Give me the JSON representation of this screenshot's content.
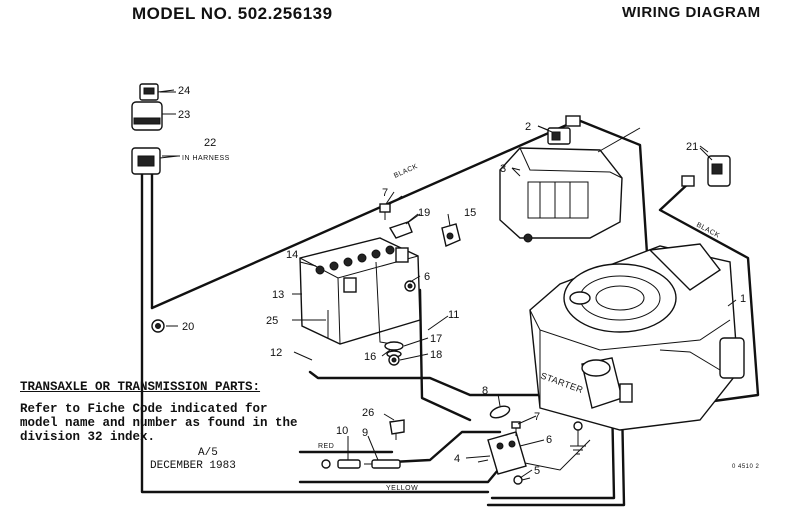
{
  "header": {
    "model": "MODEL NO. 502.256139",
    "title": "WIRING DIAGRAM"
  },
  "note": {
    "heading": "TRANSAXLE OR TRANSMISSION PARTS:",
    "line1": "Refer to Fiche Code indicated for",
    "line2": "model name and number as found in the",
    "line3": "division 32 index."
  },
  "footer": {
    "code": "A/5",
    "date": "DECEMBER 1983",
    "drawing_no": "0 4510 2"
  },
  "wire_labels": {
    "black_top": "BLACK",
    "black_right": "BLACK",
    "red": "RED",
    "yellow": "YELLOW",
    "in_harness": "IN HARNESS",
    "starter": "STARTER"
  },
  "callouts": {
    "c1": "1",
    "c2": "2",
    "c3": "3",
    "c4": "4",
    "c5": "5",
    "c6": "6",
    "c6b": "6",
    "c7": "7",
    "c7b": "7",
    "c8": "8",
    "c9": "9",
    "c10": "10",
    "c11": "11",
    "c12": "12",
    "c13": "13",
    "c14": "14",
    "c15": "15",
    "c16": "16",
    "c17": "17",
    "c18": "18",
    "c19": "19",
    "c20": "20",
    "c21": "21",
    "c22": "22",
    "c23": "23",
    "c24": "24",
    "c25": "25",
    "c26": "26"
  },
  "icons": [
    "ignition-key-icon",
    "ignition-switch-icon",
    "connector-icon",
    "solenoid-icon",
    "battery-icon",
    "engine-icon",
    "starter-motor-icon",
    "ground-icon",
    "fuse-icon"
  ]
}
